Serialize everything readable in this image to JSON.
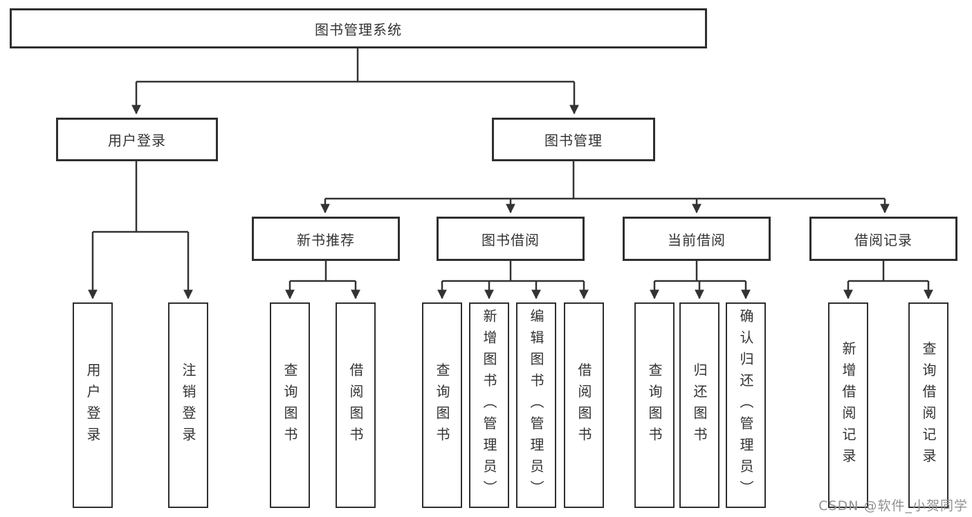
{
  "diagram": {
    "root": {
      "label": "图书管理系统"
    },
    "level2": [
      {
        "label": "用户登录"
      },
      {
        "label": "图书管理"
      }
    ],
    "level3": [
      {
        "label": "新书推荐"
      },
      {
        "label": "图书借阅"
      },
      {
        "label": "当前借阅"
      },
      {
        "label": "借阅记录"
      }
    ],
    "leaves": [
      {
        "label": "用户登录",
        "parent": "用户登录"
      },
      {
        "label": "注销登录",
        "parent": "用户登录"
      },
      {
        "label": "查询图书",
        "parent": "新书推荐"
      },
      {
        "label": "借阅图书",
        "parent": "新书推荐"
      },
      {
        "label": "查询图书",
        "parent": "图书借阅"
      },
      {
        "label": "新增图书（管理员）",
        "parent": "图书借阅"
      },
      {
        "label": "编辑图书（管理员）",
        "parent": "图书借阅"
      },
      {
        "label": "借阅图书",
        "parent": "图书借阅"
      },
      {
        "label": "查询图书",
        "parent": "当前借阅"
      },
      {
        "label": "归还图书",
        "parent": "当前借阅"
      },
      {
        "label": "确认归还（管理员）",
        "parent": "当前借阅"
      },
      {
        "label": "新增借阅记录",
        "parent": "借阅记录"
      },
      {
        "label": "查询借阅记录",
        "parent": "借阅记录"
      }
    ],
    "watermark": "CSDN @软件_小贺同学",
    "colors": {
      "line": "#333333",
      "box_border": "#2f2f2f",
      "box_fill": "#ffffff",
      "text": "#333333",
      "watermark": "#919191"
    }
  }
}
